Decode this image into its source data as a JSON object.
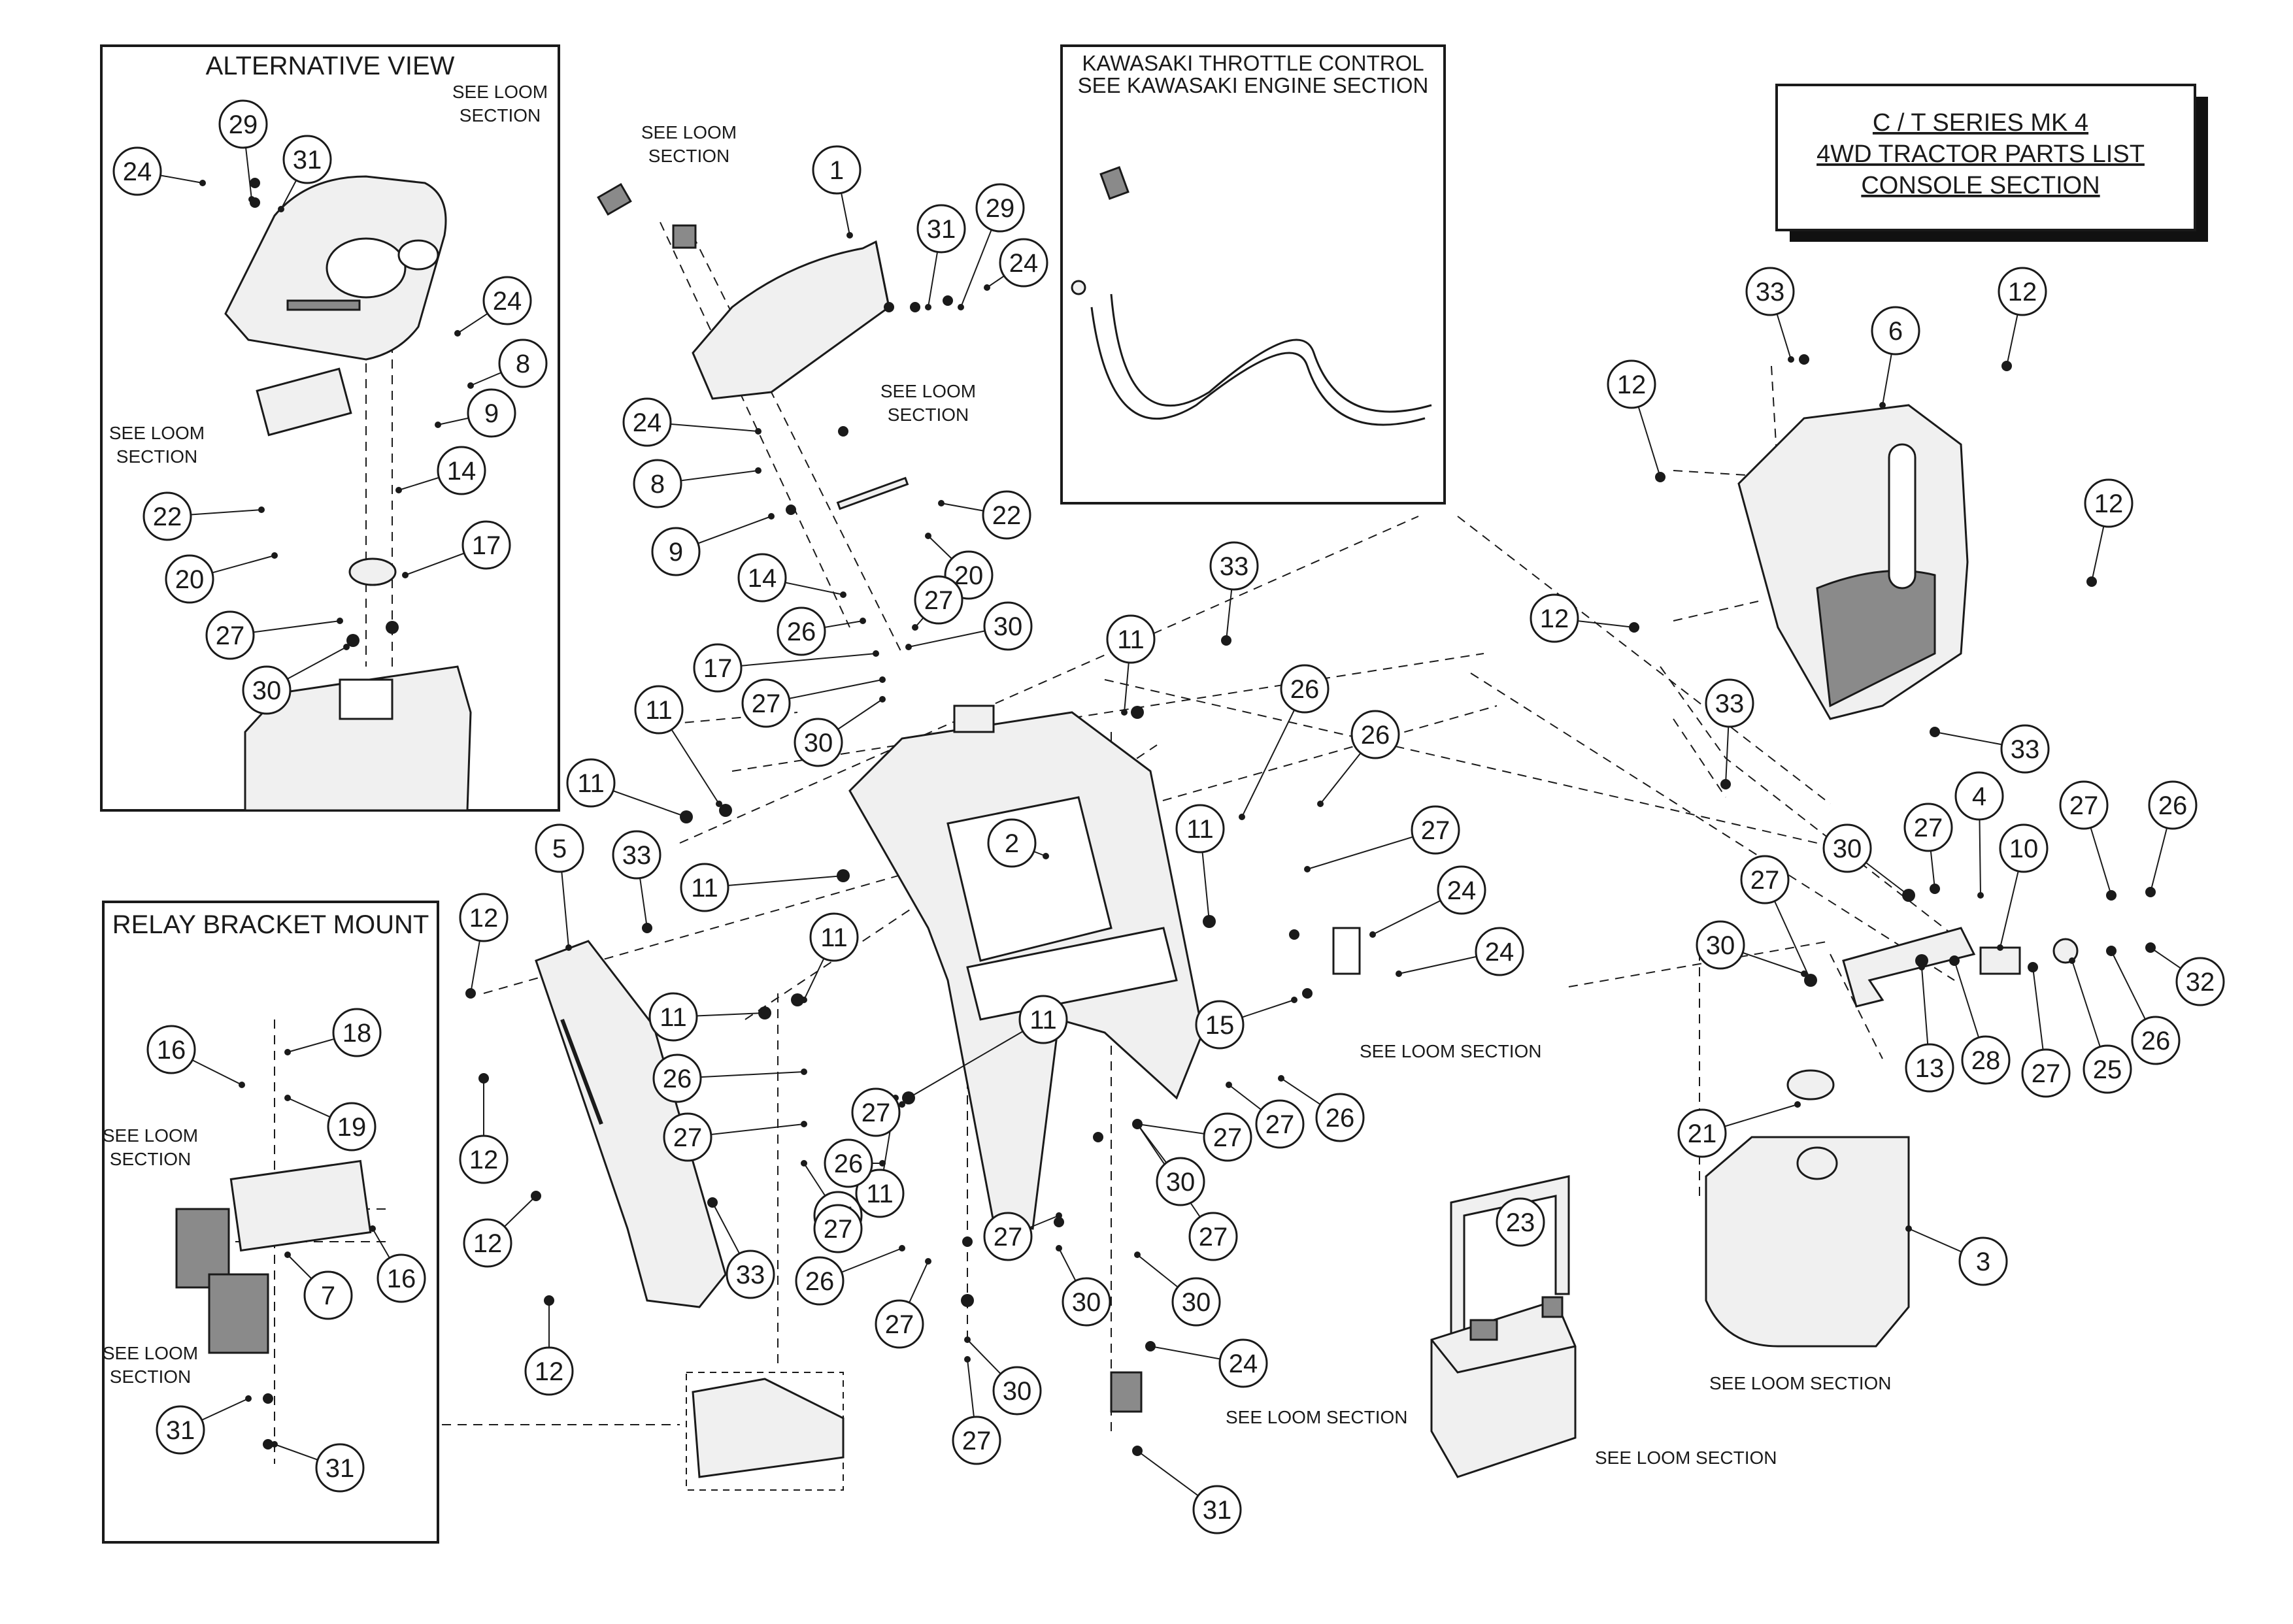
{
  "title_block": {
    "line1": "C / T SERIES MK 4",
    "line2": "4WD TRACTOR PARTS LIST",
    "line3": "CONSOLE SECTION"
  },
  "panels": {
    "alternative_view": "ALTERNATIVE VIEW",
    "relay_bracket_mount": "RELAY BRACKET MOUNT",
    "kawasaki_line1": "KAWASAKI THROTTLE CONTROL",
    "kawasaki_line2": "SEE KAWASAKI ENGINE SECTION"
  },
  "notes": {
    "see_loom": "SEE LOOM",
    "section": "SECTION",
    "see_loom_section": "SEE LOOM SECTION"
  },
  "callouts": {
    "alt": [
      "29",
      "31",
      "24",
      "24",
      "8",
      "9",
      "14",
      "17",
      "22",
      "20",
      "27",
      "30"
    ],
    "relay": [
      "18",
      "16",
      "19",
      "7",
      "16",
      "31",
      "31"
    ],
    "main": [
      "1",
      "31",
      "29",
      "24",
      "24",
      "8",
      "9",
      "22",
      "20",
      "14",
      "26",
      "27",
      "30",
      "17",
      "27",
      "30",
      "33",
      "11",
      "11",
      "11",
      "11",
      "11",
      "11",
      "11",
      "11",
      "5",
      "33",
      "2",
      "26",
      "26",
      "27",
      "24",
      "24",
      "15",
      "27",
      "26",
      "27",
      "27",
      "26",
      "27",
      "27",
      "30",
      "27",
      "30",
      "30",
      "30",
      "27",
      "27",
      "26",
      "33",
      "12",
      "12",
      "12",
      "12",
      "24",
      "31",
      "11",
      "26",
      "27",
      "27"
    ],
    "right": [
      "33",
      "6",
      "12",
      "12",
      "12",
      "12",
      "33",
      "33",
      "30",
      "27",
      "4",
      "27",
      "26",
      "10",
      "27",
      "30",
      "13",
      "28",
      "27",
      "25",
      "26",
      "32",
      "21",
      "23",
      "3"
    ]
  },
  "colors": {
    "line": "#1a1a1a",
    "shadow": "#111111",
    "part_fill": "#f0f0f0",
    "part_dark": "#8a8a8a"
  }
}
